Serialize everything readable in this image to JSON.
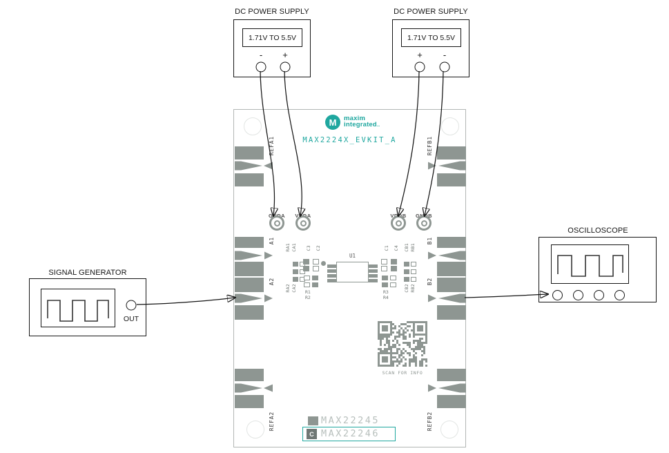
{
  "colors": {
    "teal": "#1fa79f",
    "pad": "#8e9692",
    "ink": "#141414",
    "component_label": "#6e7572",
    "edge_label": "#3c3c3c",
    "legend_text": "#b7bfbc",
    "badge_bg": "#6f7774",
    "board_border": "#b2b6b4",
    "hole": "#e2e5e3",
    "testpoint_label": "#4a4a4a"
  },
  "supply_a": {
    "title": "DC POWER SUPPLY",
    "display": "1.71V TO 5.5V",
    "neg": "-",
    "pos": "+"
  },
  "supply_b": {
    "title": "DC POWER SUPPLY",
    "display": "1.71V TO 5.5V",
    "pos": "+",
    "neg": "-"
  },
  "signal_generator": {
    "title": "SIGNAL GENERATOR",
    "out": "OUT"
  },
  "oscilloscope": {
    "title": "OSCILLOSCOPE"
  },
  "board": {
    "brand": {
      "monogram": "M",
      "line1": "maxim",
      "line2": "integrated",
      "tm": ".."
    },
    "title": "MAX2224X_EVKIT_A",
    "testpoints": [
      "GNDA",
      "VDDA",
      "VDDB",
      "GNDB"
    ],
    "left_edge": [
      "REFA1",
      "A1",
      "A2",
      "REFA2"
    ],
    "right_edge": [
      "REFB1",
      "B1",
      "B2",
      "REFB2"
    ],
    "components": {
      "u1": "U1",
      "c1": "C1",
      "c2": "C2",
      "c3": "C3",
      "c4": "C4",
      "r1": "R1",
      "r2": "R2",
      "r3": "R3",
      "r4": "R4",
      "ra1": "RA1",
      "ca1": "CA1",
      "ra2": "RA2",
      "ca2": "CA2",
      "cb1": "CB1",
      "rb1": "RB1",
      "cb2": "CB2",
      "rb2": "RB2"
    },
    "qr_caption": "SCAN FOR INFO",
    "legend": {
      "row1": "MAX22245",
      "row2": "MAX22246",
      "badge": "C"
    }
  }
}
